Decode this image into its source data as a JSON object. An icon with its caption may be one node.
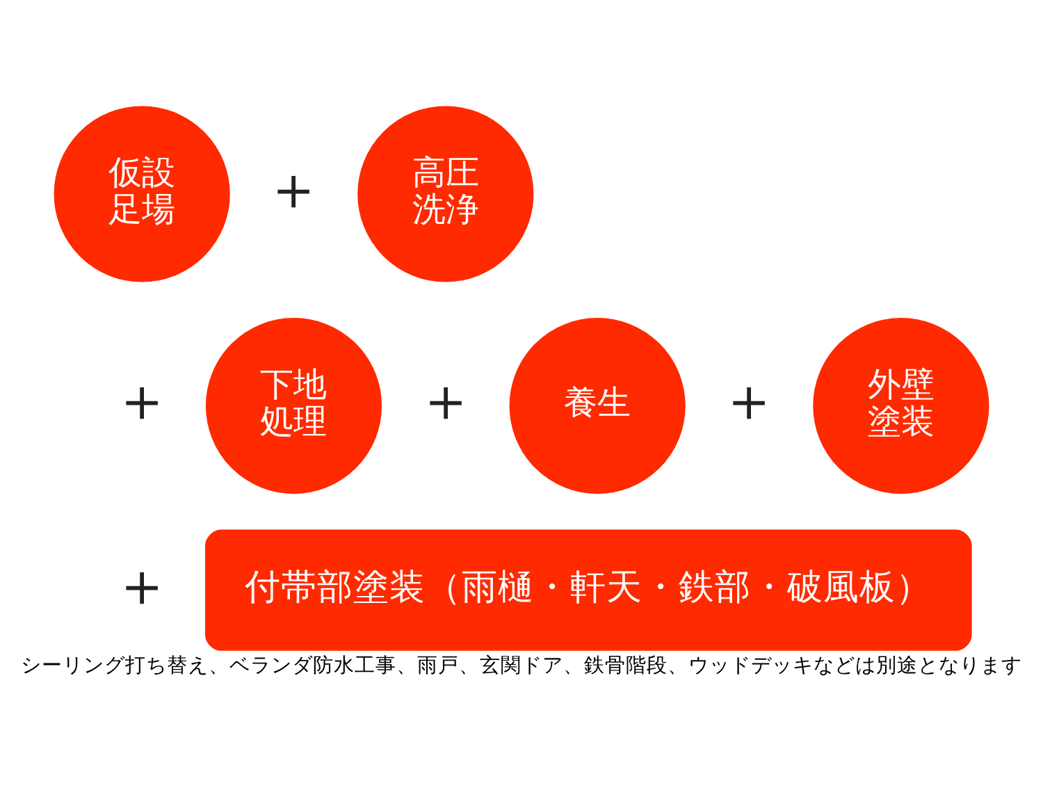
{
  "diagram": {
    "caption": "シーリング打ち替え、ベランダ防水工事、雨戸、玄関ドア、鉄骨階段、ウッドデッキなどは別途となります",
    "nodes": [
      {
        "text": [
          "仮設足場"
        ]
      },
      {
        "text": [
          "高圧洗浄"
        ]
      },
      {
        "text": [
          "下地処理"
        ]
      },
      {
        "text": [
          "養生"
        ]
      },
      {
        "text": [
          "外壁塗装"
        ]
      },
      {
        "text": [
          "付帯部塗装（雨樋・軒天・鉄部・破風板）"
        ]
      }
    ],
    "labels": [
      "＋",
      "＋",
      "＋",
      "＋",
      "＋"
    ]
  }
}
